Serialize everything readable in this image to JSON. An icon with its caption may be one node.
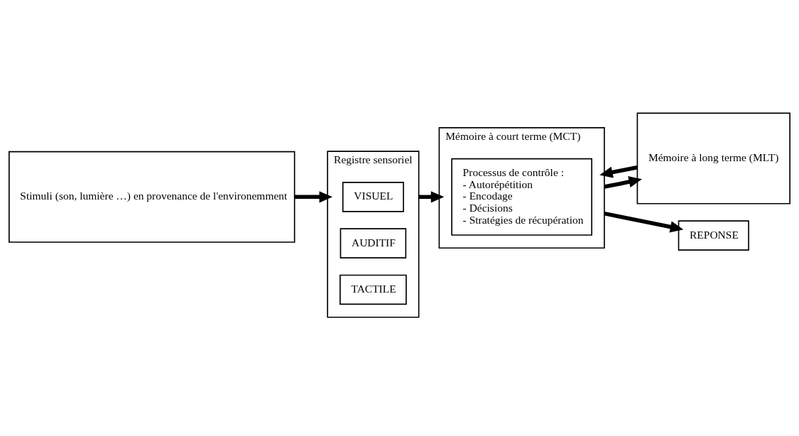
{
  "diagram": {
    "nodes": [
      {
        "text": [
          "Stimuli (son, lumière …) en provenance de l'environemment"
        ]
      },
      {
        "text": [
          "Registre sensoriel"
        ]
      },
      {
        "text": [
          "VISUEL"
        ],
        "in": 1
      },
      {
        "text": [
          "AUDITIF"
        ],
        "in": 1
      },
      {
        "text": [
          "TACTILE"
        ],
        "in": 1
      },
      {
        "text": [
          "Mémoire à court terme (MCT)"
        ]
      },
      {
        "text": [
          "Processus de contrôle :",
          "- Autorépétition",
          "- Encodage",
          "- Décisions",
          "- Stratégies de récupération"
        ],
        "in": 5
      },
      {
        "text": [
          "Mémoire à long terme (MLT)"
        ]
      },
      {
        "text": [
          "REPONSE"
        ]
      }
    ],
    "edges": [
      {
        "from": 0,
        "to": 1,
        "arrow": "to"
      },
      {
        "from": 1,
        "to": 5,
        "arrow": "to"
      },
      {
        "from": 5,
        "to": 7,
        "arrow": "to"
      },
      {
        "from": 7,
        "to": 5,
        "arrow": "to"
      },
      {
        "from": 5,
        "to": 8,
        "arrow": "to"
      }
    ]
  }
}
